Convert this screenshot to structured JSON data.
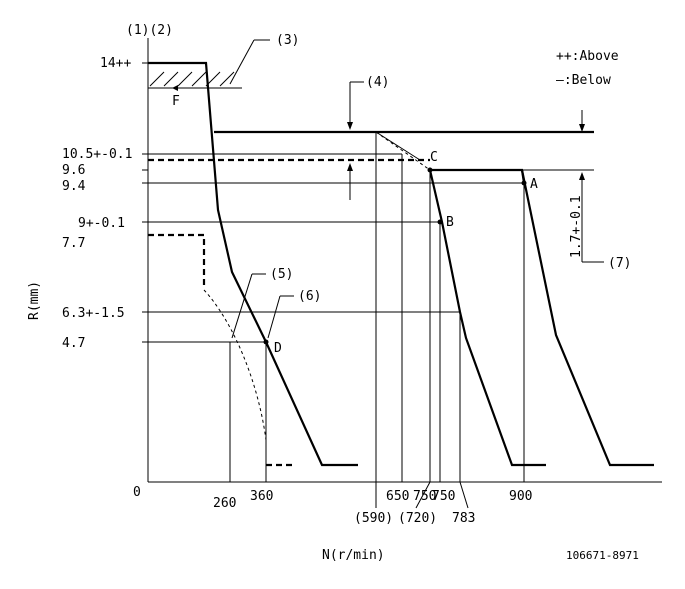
{
  "labels": {
    "y_header": "(1)(2)",
    "callout_3": "(3)",
    "callout_4": "(4)",
    "callout_5": "(5)",
    "callout_6": "(6)",
    "callout_7": "(7)",
    "legend_above": "++:Above",
    "legend_below": "—:Below",
    "y_axis_title": "R(mm)",
    "x_axis_title": "N(r/min)",
    "drawing_number": "106671-8971",
    "dim_7": "1.7+-0.1",
    "origin": "0"
  },
  "points": {
    "A": "A",
    "B": "B",
    "C": "C",
    "D": "D",
    "F": "F"
  },
  "y_ticks": [
    "14++",
    "10.5+-0.1",
    "9.6",
    "9.4",
    "9+-0.1",
    "7.7",
    "6.3+-1.5",
    "4.7"
  ],
  "x_ticks_upper": [
    "260",
    "360",
    "650",
    "750",
    "750",
    "900"
  ],
  "x_ticks_lower": [
    "(590)",
    "(720)",
    "783"
  ]
}
